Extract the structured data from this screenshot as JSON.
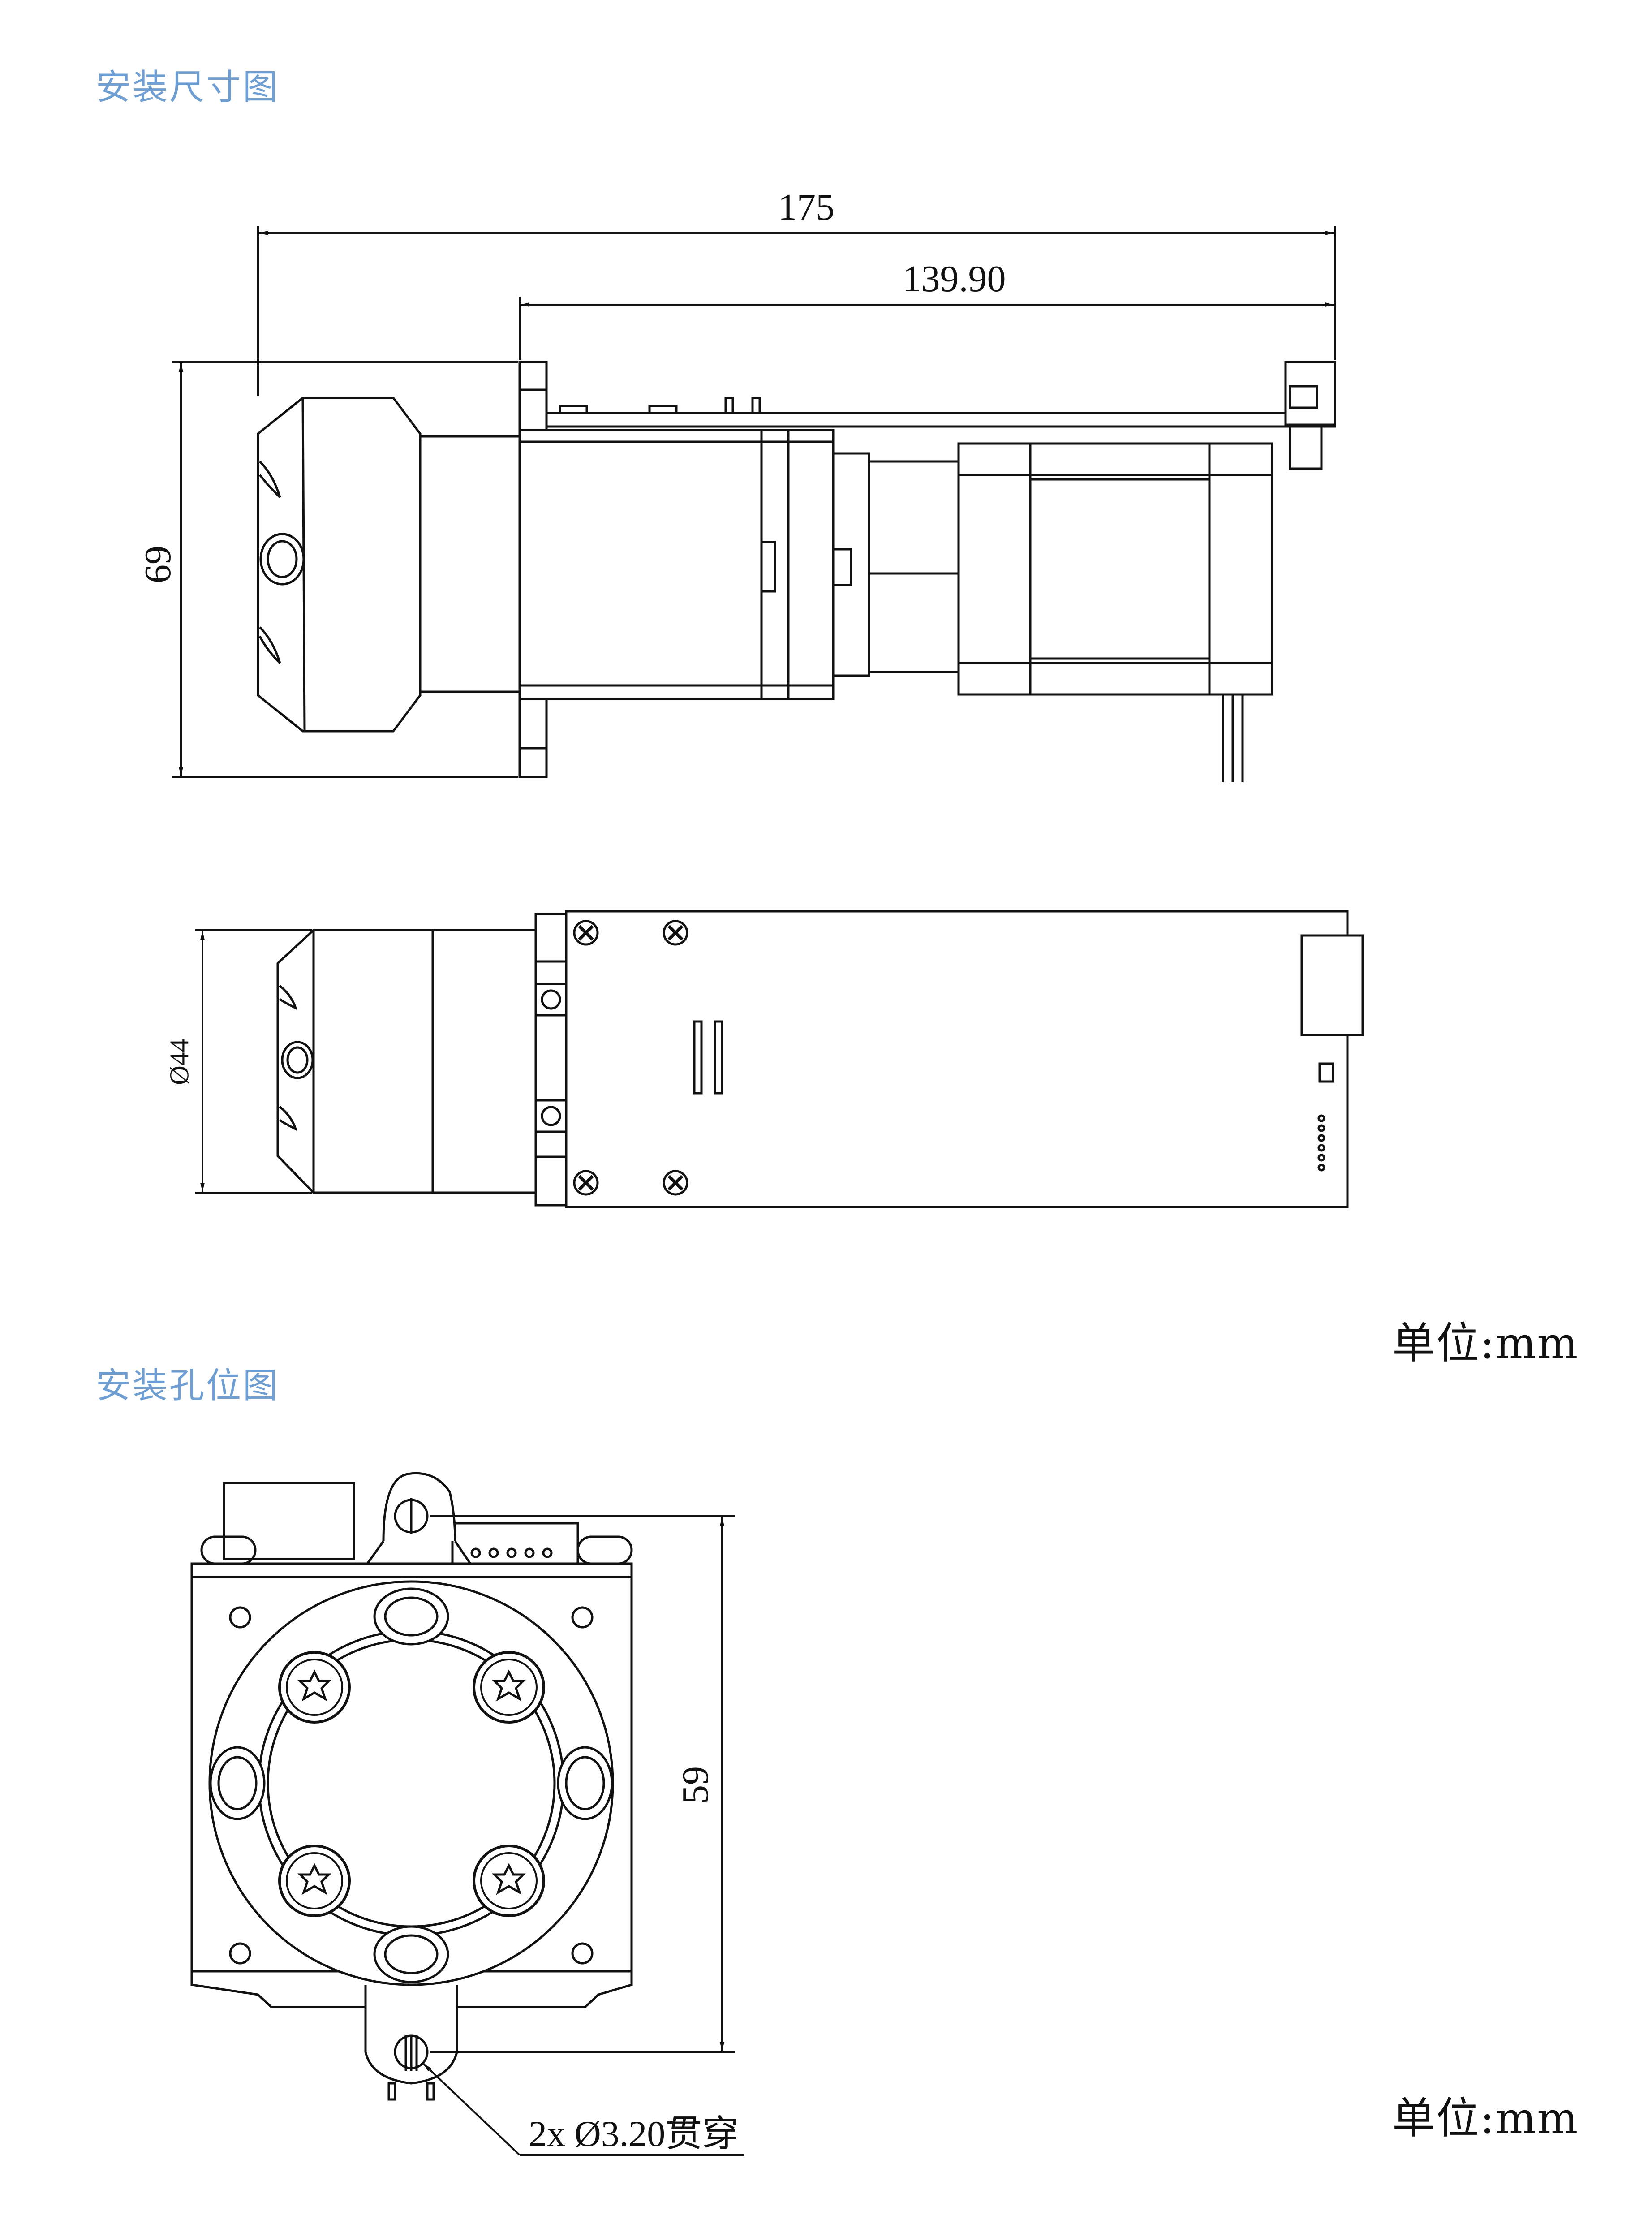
{
  "titles": {
    "installation_dimensions": "安装尺寸图",
    "mounting_holes": "安装孔位图"
  },
  "dimensions": {
    "overall_length": "175",
    "body_length": "139.90",
    "height": "69",
    "diameter": "Ø44",
    "hole_spacing": "59",
    "hole_note": "2x Ø3.20贯穿"
  },
  "units": {
    "label_1": "单位:mm",
    "label_2": "单位:mm"
  },
  "colors": {
    "title": "#6f9fd2",
    "line": "#111111"
  }
}
